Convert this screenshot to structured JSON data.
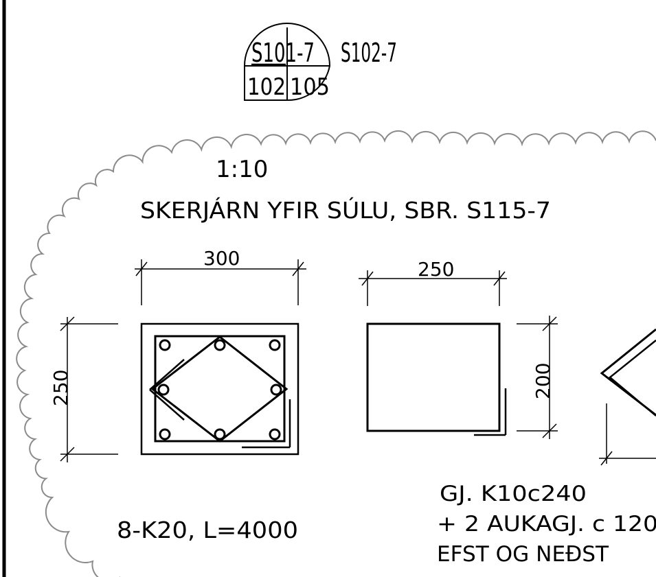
{
  "detail_tag": {
    "ref_top": "S101-7",
    "ref_side": "S102-7",
    "num_left": "102",
    "num_right": "105"
  },
  "scale": "1:10",
  "title": "SKERJÁRN YFIR SÚLU, SBR. S115-7",
  "section_a": {
    "width_dim": "300",
    "height_dim": "250",
    "rebar_note": "8-K20, L=4000"
  },
  "section_b": {
    "width_dim": "250",
    "height_dim": "200"
  },
  "stirrup_note": {
    "line1": "GJ. K10c240",
    "line2": "+ 2 AUKAGJ. c 120",
    "line3": "EFST OG NEÐST"
  },
  "colors": {
    "ink": "#000000",
    "revision_cloud": "#8a8a8a",
    "background": "#ffffff"
  }
}
